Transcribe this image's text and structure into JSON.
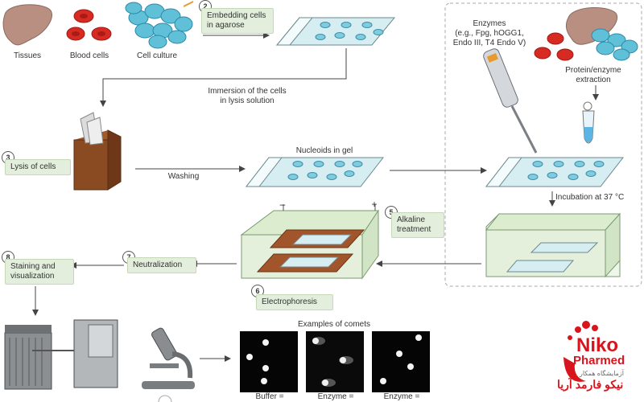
{
  "top_row": {
    "tissues": "Tissues",
    "blood_cells": "Blood cells",
    "cell_culture": "Cell culture"
  },
  "steps": {
    "s2": {
      "num": "2",
      "label": "Embedding cells\nin agarose"
    },
    "s3": {
      "num": "3",
      "label": "Lysis of cells"
    },
    "s5": {
      "num": "5",
      "label": "Alkaline\ntreatment"
    },
    "s6": {
      "num": "6",
      "label": "Electrophoresis"
    },
    "s7": {
      "num": "7",
      "label": "Neutralization"
    },
    "s8": {
      "num": "8",
      "label": "Staining and\nvisualization"
    }
  },
  "labels": {
    "immersion": "Immersion of the cells\nin lysis solution",
    "washing": "Washing",
    "nucleoids": "Nucleoids in gel",
    "enzymes": "Enzymes\n(e.g., Fpg, hOGG1,\nEndo III, T4 Endo V)",
    "extraction": "Protein/enzyme\nextraction",
    "incubation": "Incubation at 37 °C",
    "minus": "–",
    "plus": "+",
    "examples": "Examples of comets",
    "buffer": "Buffer =",
    "enzyme1": "Enzyme =",
    "enzyme2": "Enzyme ="
  },
  "logo": {
    "niko": "Niko",
    "pharmed": "Pharmed",
    "persian_small": "آزمایشگاه همکار",
    "persian_main": "نیکو فارمد آریا",
    "brand_red": "#d8141c"
  }
}
